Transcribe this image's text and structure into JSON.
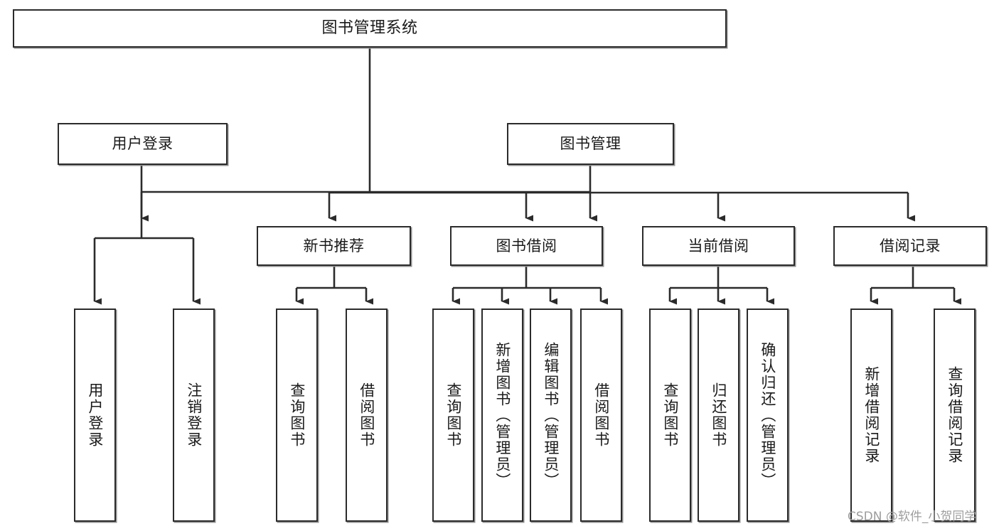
{
  "diagram": {
    "title": "图书管理系统",
    "type": "tree-hierarchy-chart",
    "watermark": "CSDN @软件_小贺同学",
    "colors": {
      "box_border": "#2b2b2b",
      "box_fill": "#ffffff",
      "edge": "#2b2b2b",
      "text": "#1a1a1a",
      "watermark": "#9d9d9d",
      "background": "#ffffff"
    },
    "root": {
      "id": "root",
      "label": "图书管理系统"
    },
    "level2": [
      {
        "id": "user-login",
        "label": "用户登录"
      },
      {
        "id": "book-manage",
        "label": "图书管理"
      }
    ],
    "level3": [
      {
        "id": "new-book-rec",
        "label": "新书推荐"
      },
      {
        "id": "book-borrow",
        "label": "图书借阅"
      },
      {
        "id": "current-borrow",
        "label": "当前借阅"
      },
      {
        "id": "borrow-record",
        "label": "借阅记录"
      }
    ],
    "leaves": {
      "user_login": [
        {
          "id": "leaf-user-login",
          "label": "用户登录"
        },
        {
          "id": "leaf-logout",
          "label": "注销登录"
        }
      ],
      "new_book_rec": [
        {
          "id": "leaf-query-book-1",
          "label": "查询图书"
        },
        {
          "id": "leaf-borrow-book-1",
          "label": "借阅图书"
        }
      ],
      "book_borrow": [
        {
          "id": "leaf-query-book-2",
          "label": "查询图书"
        },
        {
          "id": "leaf-add-book",
          "label": "新增图书（管理员）"
        },
        {
          "id": "leaf-edit-book",
          "label": "编辑图书（管理员）"
        },
        {
          "id": "leaf-borrow-book-2",
          "label": "借阅图书"
        }
      ],
      "current_borrow": [
        {
          "id": "leaf-query-book-3",
          "label": "查询图书"
        },
        {
          "id": "leaf-return-book",
          "label": "归还图书"
        },
        {
          "id": "leaf-confirm-return",
          "label": "确认归还（管理员）"
        }
      ],
      "borrow_record": [
        {
          "id": "leaf-add-record",
          "label": "新增借阅记录"
        },
        {
          "id": "leaf-query-record",
          "label": "查询借阅记录"
        }
      ]
    }
  }
}
